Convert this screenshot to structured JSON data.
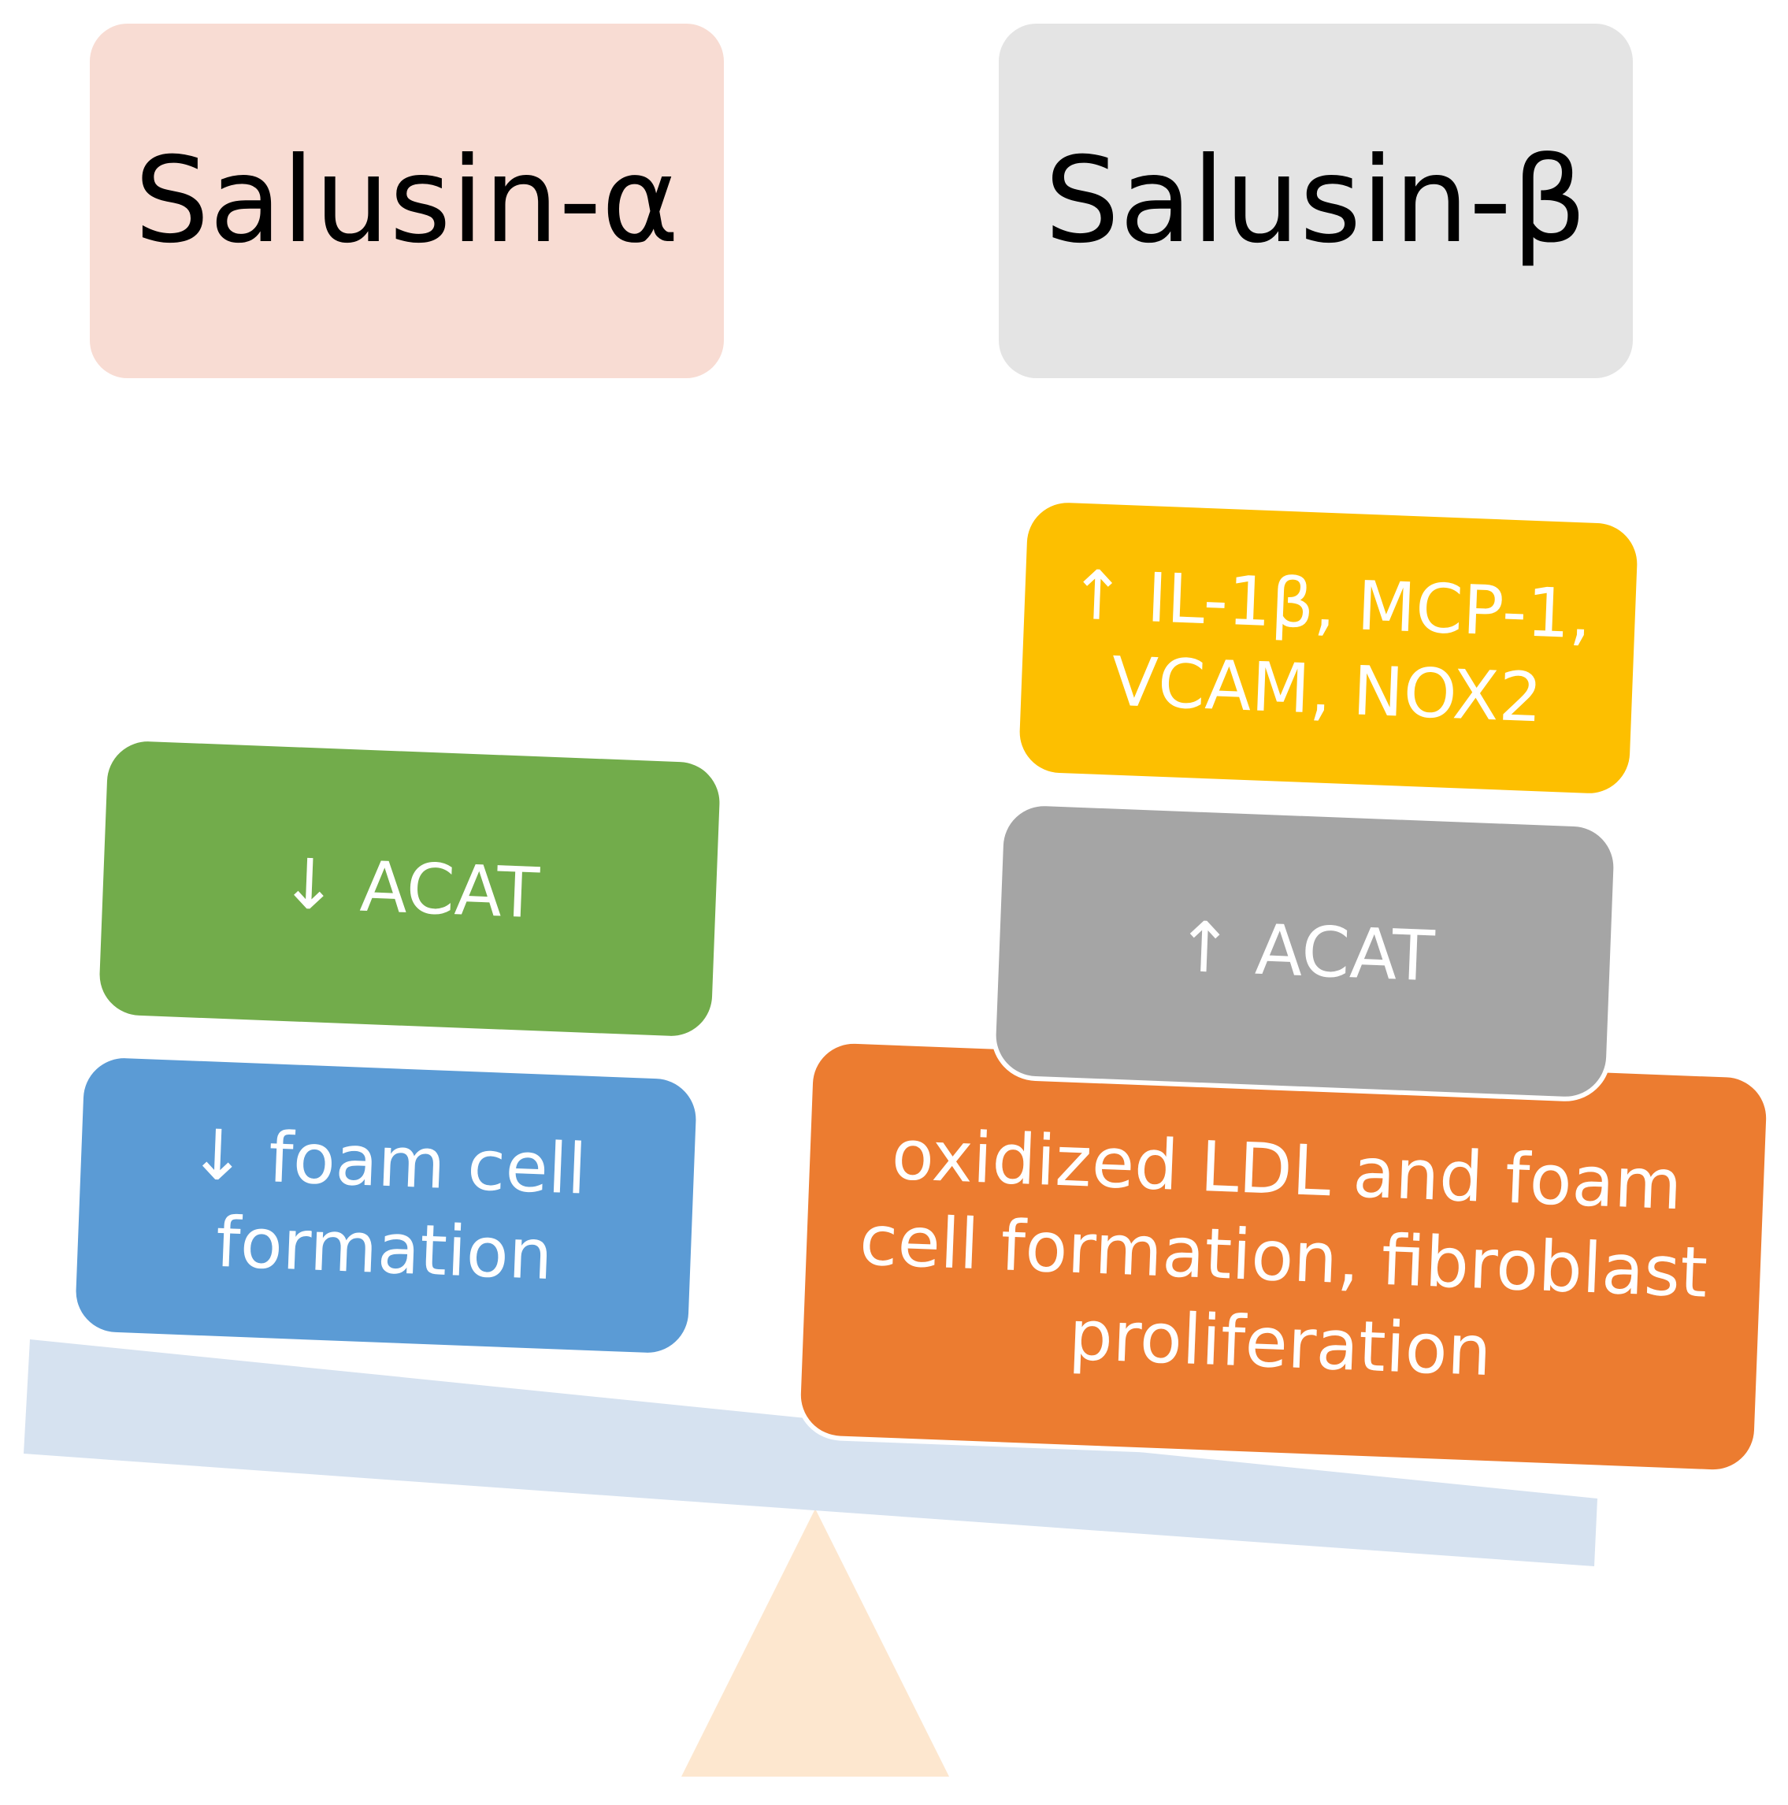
{
  "headers": {
    "alpha": {
      "text": "Salusin-α",
      "color": "#f8dcd3"
    },
    "beta": {
      "text": "Salusin-β",
      "color": "#e4e4e4"
    }
  },
  "left_stack": {
    "acat": {
      "text": "↓ ACAT",
      "color": "#72ac4b"
    },
    "foam": {
      "text": "↓ foam cell formation",
      "color": "#5b9bd5"
    }
  },
  "right_stack": {
    "cytokines": {
      "text": "↑ IL-1β, MCP-1, VCAM, NOX2",
      "color": "#fdbf00"
    },
    "acat": {
      "text": "↑ ACAT",
      "color": "#a5a5a5"
    },
    "oxldl": {
      "text": "oxidized LDL and foam cell formation, fibroblast proliferation",
      "color": "#ec7c30"
    }
  },
  "balance": {
    "beam_color": "#d6e2f0",
    "fulcrum_color": "#fde7cf"
  }
}
